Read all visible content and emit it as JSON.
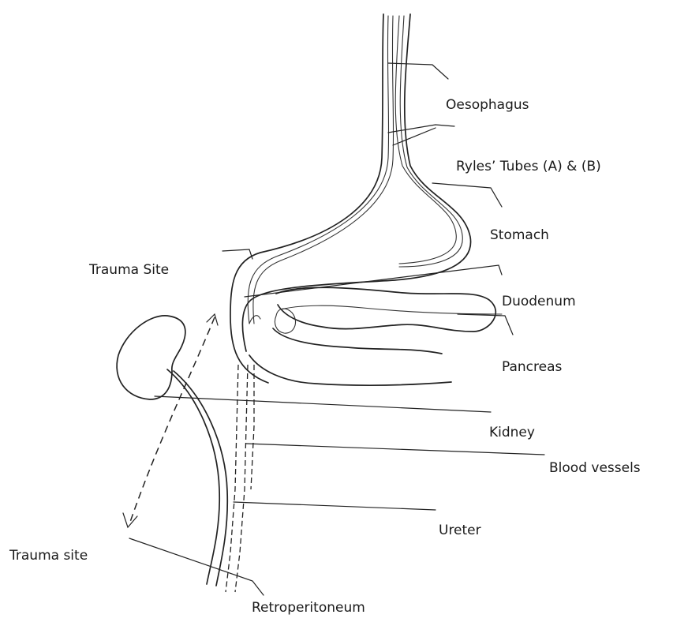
{
  "labels": {
    "oesophagus": "Oesophagus",
    "ryles_tubes": "Ryles’ Tubes (A) & (B)",
    "stomach": "Stomach",
    "trauma_site_upper": "Trauma Site",
    "duodenum": "Duodenum",
    "pancreas": "Pancreas",
    "kidney": "Kidney",
    "blood_vessels": "Blood vessels",
    "ureter": "Ureter",
    "trauma_site_lower": "Trauma site",
    "retroperitoneum": "Retroperitoneum"
  },
  "colors": {
    "ink": "#222222",
    "background": "#ffffff"
  }
}
